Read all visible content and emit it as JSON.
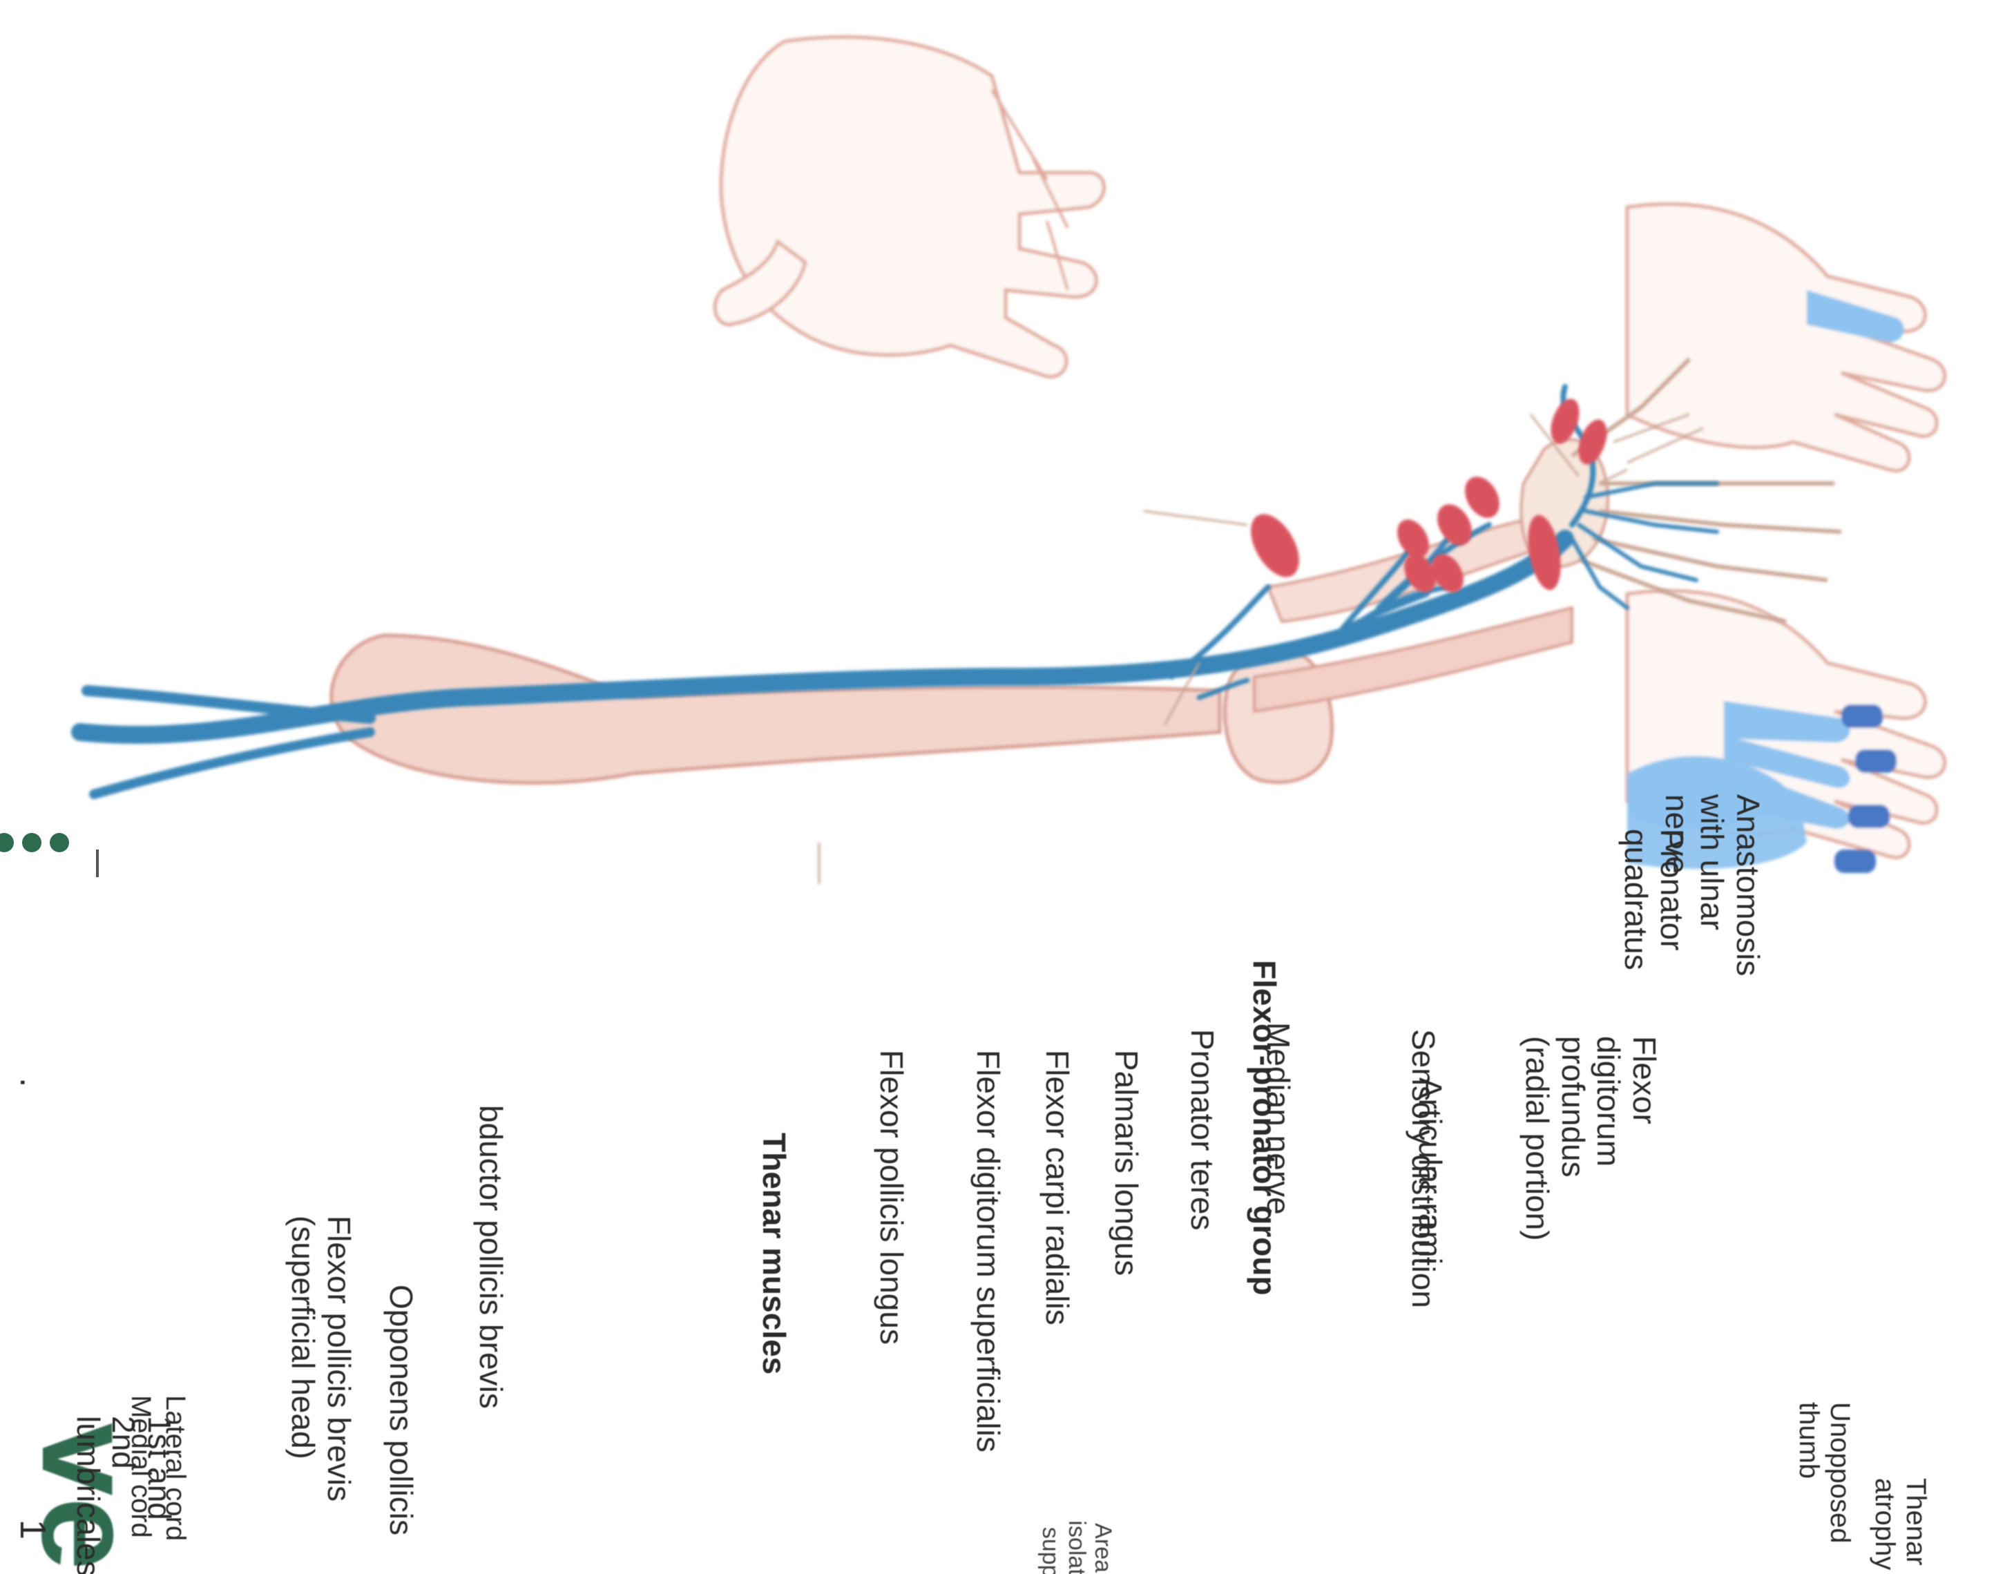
{
  "title_fragment": "ve",
  "legend": {
    "isolated_supply": "Area of isolated\nsupply",
    "sensory_distribution": "Sensory distribution",
    "cords": [
      "Lateral cord",
      "Medial cord"
    ],
    "dot_color": "#2f6b4f"
  },
  "labels": {
    "flexor_pronator_group": "Flexor-pronator group",
    "pronator_teres": "Pronator teres",
    "palmaris_longus": "Palmaris longus",
    "flexor_carpi_radialis": "Flexor carpi radialis",
    "flexor_digitorum_superficialis": "Flexor digitorum superficialis",
    "flexor_pollicis_longus": "Flexor pollicis longus",
    "thenar_muscles": "Thenar muscles",
    "abductor_pollicis_brevis": "bductor pollicis brevis",
    "opponens_pollicis": "Opponens pollicis",
    "flexor_pollicis_brevis": "Flexor pollicis brevis\n(superficial head)",
    "lumbricales": "1st and 2nd\nlumbricales",
    "partial_left_1": "1",
    "partial_left_2": ".",
    "median_nerve": "Median nerve",
    "articular_rami": "Articular rami",
    "flexor_digitorum_profundus": "Flexor\ndigitorum\nprofundus\n(radial portion)",
    "pronator_quadratus": "Pronator\nquadratus",
    "anastomosis": "Anastomosis\nwith ulnar\nnerve",
    "unopposed_thumb": "Unopposed\nthumb",
    "thenar_atrophy": "Thenar\natrophy"
  },
  "colors": {
    "nerve": "#3a86b8",
    "isolated_supply": "#4a78c4",
    "sensory_fill": "#8ec3ef",
    "muscle": "#d9535e",
    "bone": "#f3d5cc",
    "outline": "#d79a8c"
  },
  "icons": [
    "isolated-supply-legend-icon",
    "cord-dot-icon"
  ]
}
